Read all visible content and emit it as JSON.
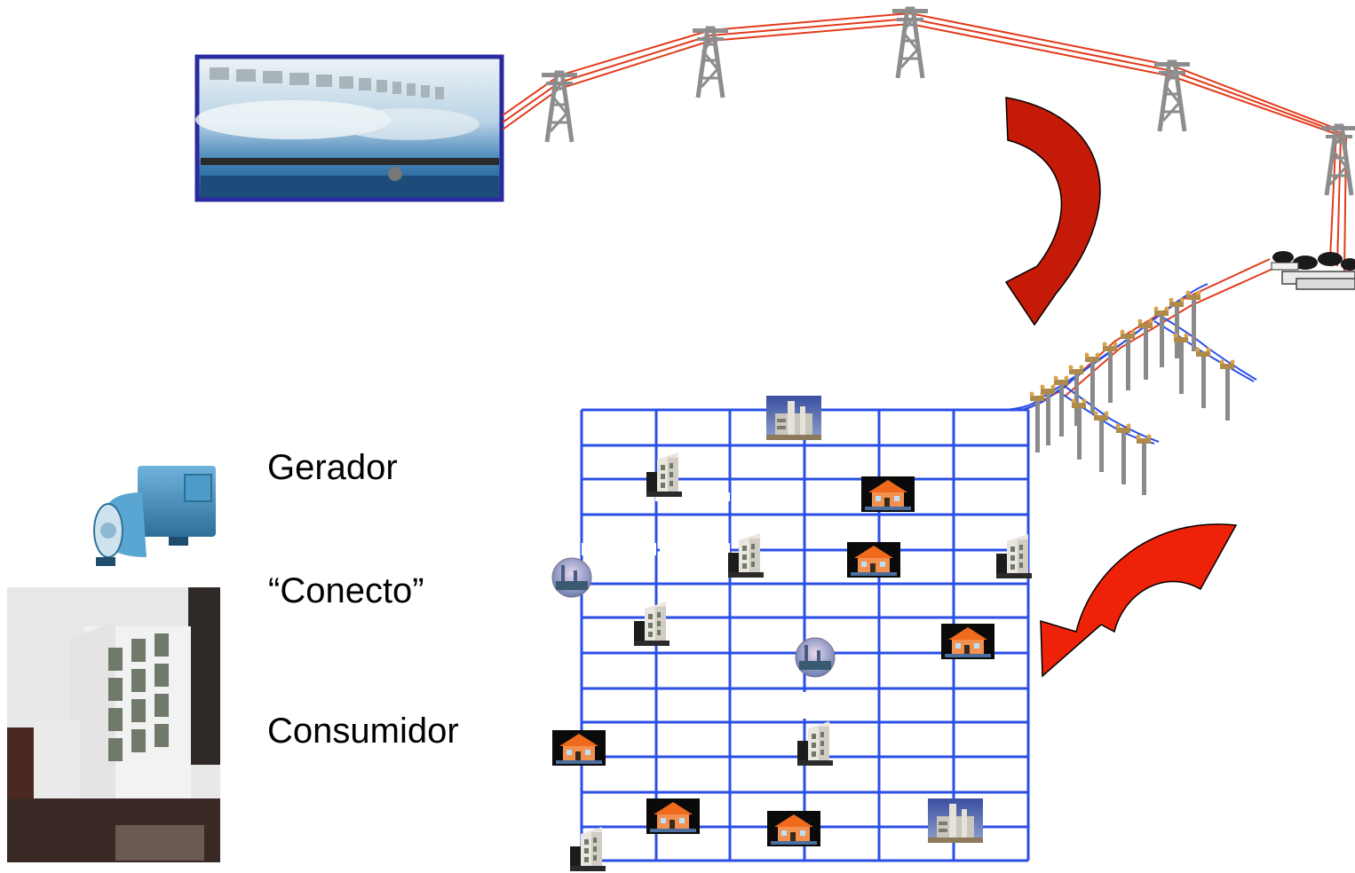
{
  "legend": {
    "generator_label": "Gerador",
    "connector_label": "“Conecto”",
    "consumer_label": "Consumidor"
  },
  "colors": {
    "grid_line": "#2b4fe6",
    "transmission_line": "#e23b1b",
    "arrow_fill": "#ee2208",
    "arrow_stroke": "#000000",
    "tower": "#8d8d8d",
    "photo_frame": "#2a2aa0",
    "generator_body": "#3f8fbf",
    "house_roof": "#f06a1e"
  },
  "icons": {
    "dam": "hydro-dam-photo-icon",
    "tower": "transmission-tower-icon",
    "substation": "substation-icon",
    "pole": "distribution-pole-icon",
    "house": "house-icon",
    "building": "building-icon",
    "factory": "factory-icon",
    "industry_round": "industry-round-icon",
    "generator": "generator-icon",
    "consumer_building": "consumer-building-photo-icon",
    "arrow": "curved-arrow-icon"
  }
}
